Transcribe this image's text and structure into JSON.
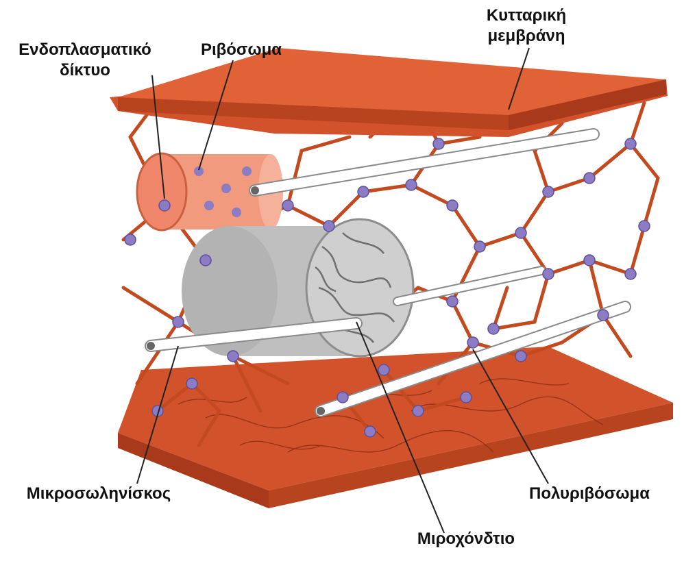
{
  "labels": {
    "er_line1": "Ενδοπλασματικό",
    "er_line2": "δίκτυο",
    "ribosome": "Ριβόσωμα",
    "membrane_line1": "Κυτταρική",
    "membrane_line2": "μεμβράνη",
    "microtubule": "Μικροσωληνίσκος",
    "polyribosome": "Πολυριβόσωμα",
    "mitochondrion": "Μιροχόνδτιο"
  },
  "colors": {
    "membrane": "#d2532b",
    "network": "#c24a1e",
    "er": "#f29a7d",
    "mitochondrion": "#bfbfbf",
    "microtubule": "#ffffff",
    "ribosome": "#8c7cc4"
  }
}
